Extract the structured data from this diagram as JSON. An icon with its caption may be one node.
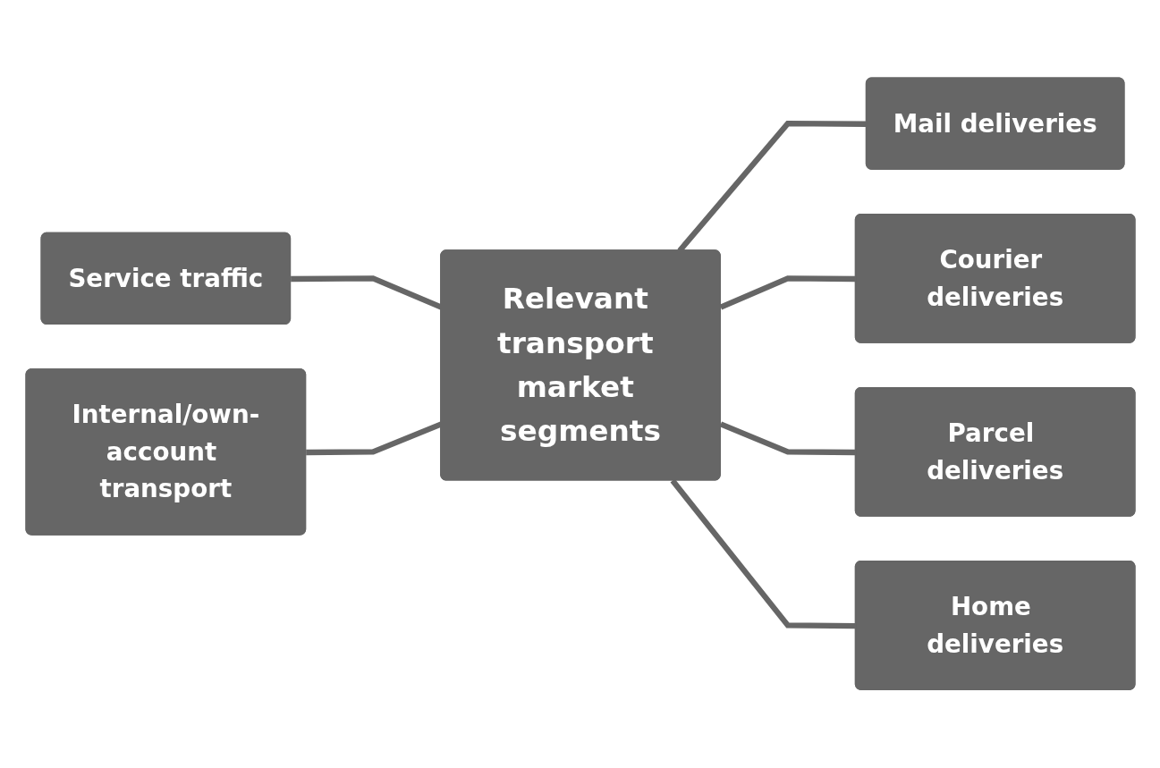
{
  "diagram": {
    "nodes": [
      {
        "text": [
          "Mail deliveries"
        ]
      },
      {
        "text": [
          "Service traffic"
        ]
      },
      {
        "text": [
          "Courier deliveries"
        ]
      },
      {
        "text": [
          "Relevant transport market segments"
        ]
      },
      {
        "text": [
          "Internal/own-account transport"
        ]
      },
      {
        "text": [
          "Parcel deliveries"
        ]
      },
      {
        "text": [
          "Home deliveries"
        ]
      }
    ],
    "edges": [
      {
        "from": 1,
        "to": 3,
        "arrow": "none"
      },
      {
        "from": 4,
        "to": 3,
        "arrow": "none"
      },
      {
        "from": 3,
        "to": 0,
        "arrow": "none"
      },
      {
        "from": 3,
        "to": 2,
        "arrow": "none"
      },
      {
        "from": 3,
        "to": 5,
        "arrow": "none"
      },
      {
        "from": 3,
        "to": 6,
        "arrow": "none"
      }
    ]
  }
}
